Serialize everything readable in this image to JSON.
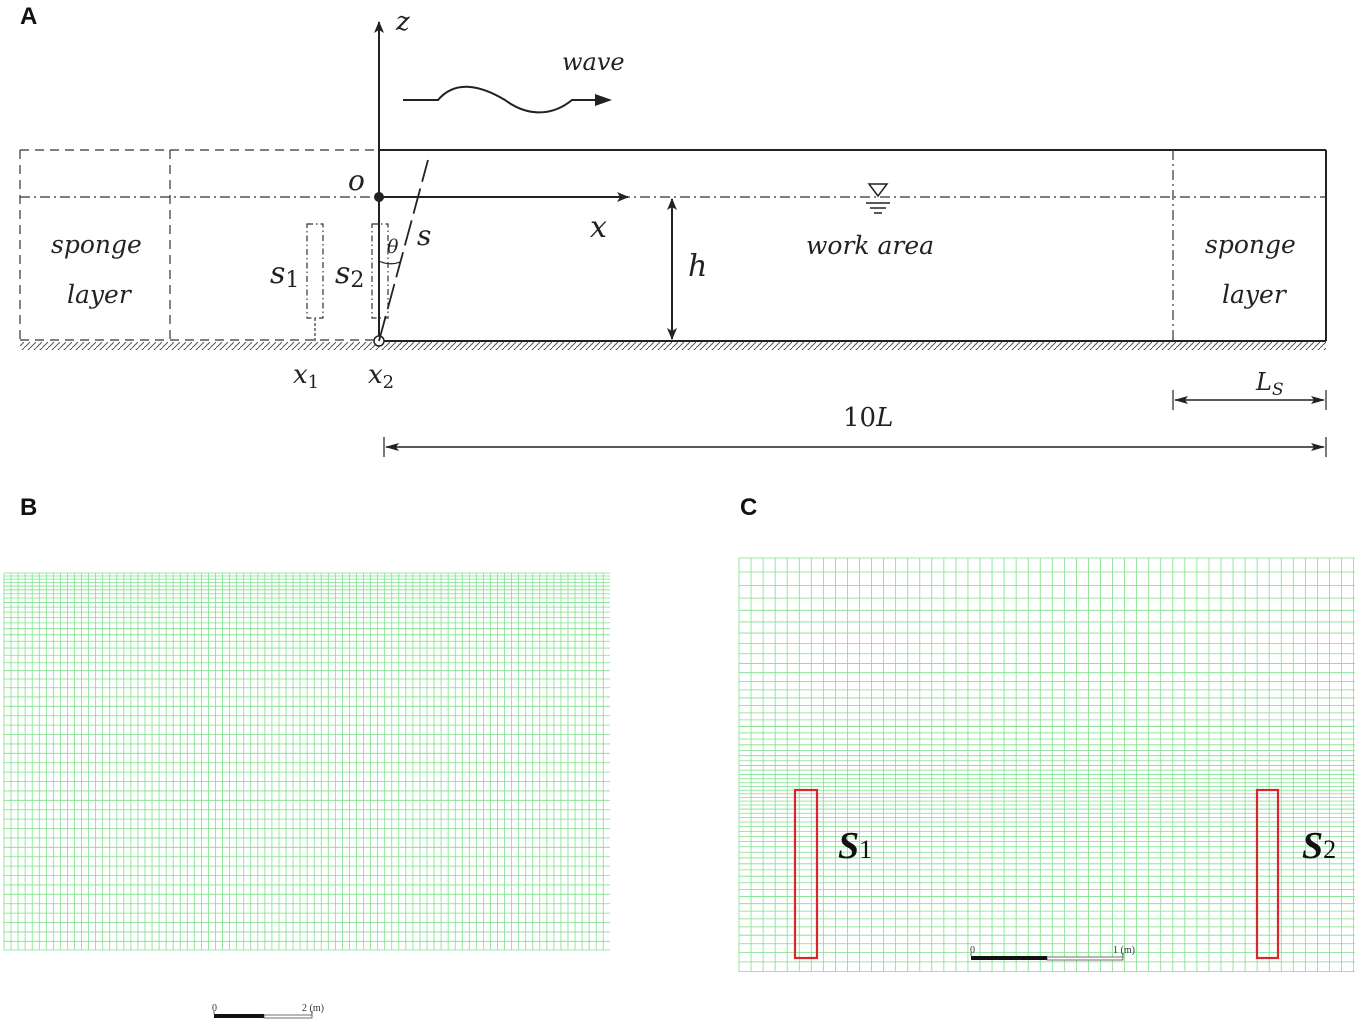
{
  "panels": {
    "a": {
      "label": "A",
      "axis_z": "z",
      "axis_x": "x",
      "origin": "o",
      "wave": "wave",
      "sponge_left_1": "sponge",
      "sponge_left_2": "layer",
      "sponge_right_1": "sponge",
      "sponge_right_2": "layer",
      "work_area": "work area",
      "depth": "h",
      "s_label": "s",
      "theta": "θ",
      "s1": "s",
      "s1_sub": "1",
      "s2": "s",
      "s2_sub": "2",
      "x1": "x",
      "x1_sub": "1",
      "x2": "x",
      "x2_sub": "2",
      "ls": "L",
      "ls_sub": "S",
      "ten_l_num": "10",
      "ten_l_var": "L"
    },
    "b": {
      "label": "B",
      "scale_zero": "0",
      "scale_end": "2 (m)"
    },
    "c": {
      "label": "C",
      "scale_zero": "0",
      "scale_end": "1 (m)",
      "s1": "S",
      "s1_sub": "1",
      "s2": "S",
      "s2_sub": "2"
    }
  },
  "colors": {
    "grid": "#7ee08a",
    "sensor_box": "#d9262e",
    "line": "#222222"
  }
}
